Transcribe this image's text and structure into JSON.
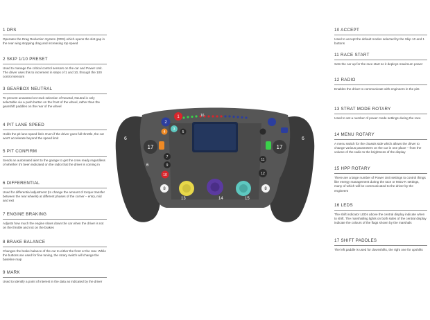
{
  "left_entries": [
    {
      "title": "1  DRS",
      "desc": "Operates the Drag Reduction System (DRS) which opens the slot gap in the rear wing stopping drag and increasing top speed"
    },
    {
      "title": "2  SKIP 1/10 PRESET",
      "desc": "Used to manage the critical control sensors on the car and Power Unit. The driver uses this to increment in steps of 1 and 10, through the 100 control sensors"
    },
    {
      "title": "3  GEARBOX NEUTRAL",
      "desc": "To prevent unwanted on track selection of Neutral, Neutral is only selectable via a push button on the front of the wheel, rather than the gearshift paddles on the rear of the wheel"
    },
    {
      "title": "4  PIT LANE SPEED",
      "desc": "Holds the pit lane speed limit. Even if the driver goes full throttle, the car won't accelerate beyond the speed limit"
    },
    {
      "title": "5  PIT CONFIRM",
      "desc": "Sends an automated alert to the garage to get the crew ready regardless of whether it's been indicated on the radio that the driver is coming in"
    },
    {
      "title": "6  DIFFERENTIAL",
      "desc": "Used for differential adjustment (to change the amount of torque transfer between the rear wheels) at different phases of the corner – entry, mid and exit"
    },
    {
      "title": "7  ENGINE BRAKING",
      "desc": "Adjusts how much the engine slows down the car when the driver is not on the throttle and not on the brakes"
    },
    {
      "title": "8  BRAKE BALANCE",
      "desc": "Changes the brake balance of the car to either the front or the rear. While the buttons are used for fine tuning, the rotary switch will change the baseline map"
    },
    {
      "title": "9  MARK",
      "desc": "Used to identify a point of interest in the data as indicated by the driver"
    }
  ],
  "right_entries": [
    {
      "title": "10 ACCEPT",
      "desc": "Used to accept the default modes selected by the Skip 10 and 1 buttons"
    },
    {
      "title": "11 RACE START",
      "desc": "Sets the car up for the race start so it deploys maximum power"
    },
    {
      "title": "12 RADIO",
      "desc": "Enables the driver to communicate with engineers in the pits"
    },
    {
      "title": "13 STRAT MODE ROTARY",
      "desc": "Used to set a number of power mode settings during the race"
    },
    {
      "title": "14 MENU ROTARY",
      "desc": "A menu switch for the chassis side which allows the driver to change various parameters on the car in one place – from the volume of the radio to the brightness of the display"
    },
    {
      "title": "15 HPP ROTARY",
      "desc": "There are a large number of Power Unit settings to control things like energy management during the race or MGU-K settings, many of which will be communicated to the driver by the engineers"
    },
    {
      "title": "16 LEDs",
      "desc": "The shift indicator LEDs above the central display indicate when to shift. The marshalling lights on both sides of the central display indicate the colours of the flags shown by the marshals"
    },
    {
      "title": "17 SHIFT PADDLES",
      "desc": "The left paddle is used for downshifts, the right one for upshifts"
    }
  ],
  "wheel_labels": {
    "n1": "1",
    "n2": "2",
    "n3": "3",
    "n4": "4",
    "n5": "5",
    "n6_left": "6",
    "n6_mid": "6",
    "n6_right": "6",
    "n7": "7",
    "n8_left": "8",
    "n8_right": "8",
    "n9": "9",
    "n10": "10",
    "n11": "11",
    "n12": "12",
    "n13": "13",
    "n14": "14",
    "n15": "15",
    "n16": "16",
    "n17_left": "17",
    "n17_right": "17"
  },
  "colors": {
    "grip": "#3a3a3a",
    "body": "#5a5a5a",
    "screen": "#1b2a4a",
    "yellow": "#e8d84a",
    "purple": "#5b3aa0",
    "teal": "#5ec8c0",
    "red": "#d8262c",
    "blue": "#2c3e9e",
    "orange": "#f08a24",
    "led_green": "#3ad14a"
  }
}
